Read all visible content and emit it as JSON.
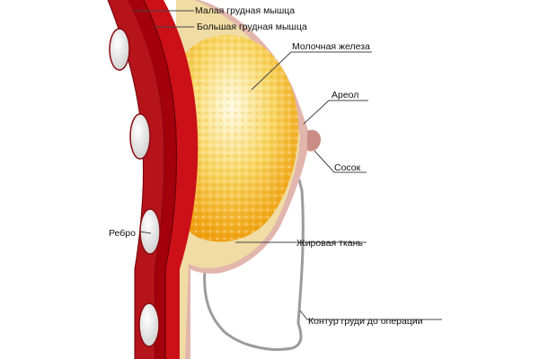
{
  "diagram": {
    "labels": {
      "pectoralis_minor": "Малая грудная мышца",
      "pectoralis_major": "Большая грудная мышца",
      "mammary_gland": "Молочная железа",
      "areola": "Ареол",
      "nipple": "Сосок",
      "rib": "Ребро",
      "fat_tissue": "Жировая ткань",
      "preop_contour": "Контур груди до операции"
    },
    "colors": {
      "muscle_dark": "#a3000c",
      "muscle": "#cc1017",
      "rib_wall": "#b5141b",
      "rib_bone": "#ececec",
      "fat": "#f0dca4",
      "skin": "#e2b6ad",
      "gland_light": "#fff7cf",
      "gland_dark": "#f2a20f",
      "contour": "#9b9b9b",
      "leader": "#444444"
    }
  }
}
